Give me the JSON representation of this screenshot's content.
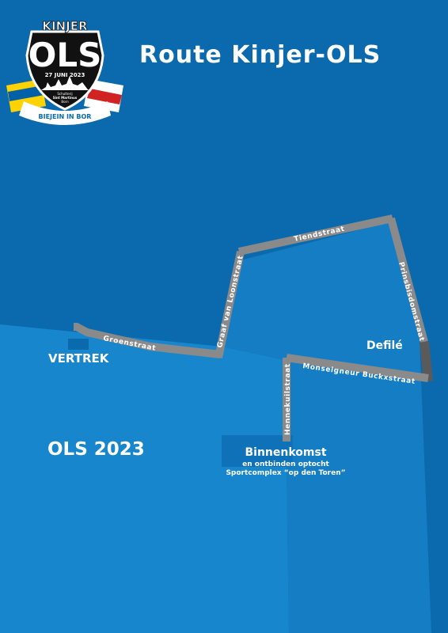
{
  "header": {
    "title": "Route Kinjer-OLS"
  },
  "logo": {
    "top_text": "KINJER",
    "main_text": "OLS",
    "date_text": "27 JUNI 2023",
    "org_line1": "Schutterij",
    "org_line2": "Sint Martinus",
    "org_line3": "Born",
    "ribbon_text": "BIEJEIN IN BOR"
  },
  "streets": {
    "groenstraat": "Groenstraat",
    "graaf_van_loonstraat": "Graaf van Loonstraat",
    "tiendstraat": "Tiendstraat",
    "prinsbisdomstraat": "Prinsbisdomstraat",
    "monseigneur_buckxstraat": "Monseigneur Buckxstraat",
    "hennekuilstraat": "Hennekuilstraat"
  },
  "places": {
    "start": "VERTREK",
    "defile": "Defilé",
    "finish_title": "Binnenkomst",
    "finish_line1": "en ontbinden optocht",
    "finish_line2": "Sportcomplex “op den Toren”"
  },
  "event": {
    "label": "OLS 2023"
  },
  "colors": {
    "background_dark": "#0b6aad",
    "background_light": "#1786cd",
    "route": "#8a8a8a",
    "route_dark": "#5a5a5a",
    "text": "#ffffff"
  }
}
